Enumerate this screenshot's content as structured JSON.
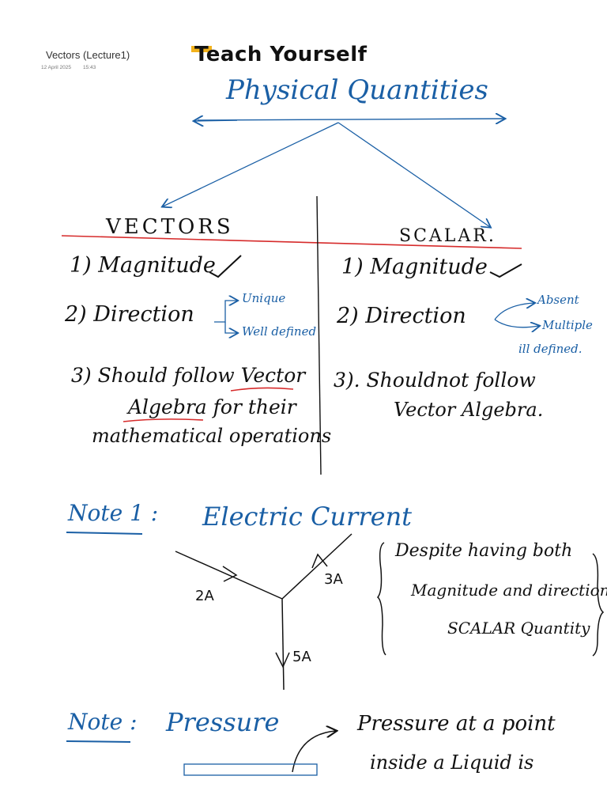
{
  "meta": {
    "title": "Vectors (Lecture1)",
    "date": "12 April 2025",
    "time": "15:43"
  },
  "logo": {
    "first": "T",
    "rest": "each Yourself"
  },
  "heading": "Physical Quantities",
  "vectors": {
    "label": "VECTORS",
    "items": [
      "1) Magnitude",
      "2) Direction",
      "3) Should follow Vector",
      "Algebra for their",
      "mathematical operations"
    ],
    "direction_options": [
      "Unique",
      "Well defined"
    ]
  },
  "scalar": {
    "label": "SCALAR.",
    "items": [
      "1) Magnitude",
      "2) Direction",
      "3). Shouldnot follow",
      "Vector Algebra."
    ],
    "direction_options": [
      "Absent",
      "Multiple",
      "ill defined."
    ]
  },
  "note1": {
    "label": "Note 1 :",
    "topic": "Electric Current",
    "currents": [
      "2A",
      "3A",
      "5A"
    ],
    "remark": [
      "Despite having both",
      "Magnitude and direction",
      "SCALAR Quantity"
    ]
  },
  "note2": {
    "label": "Note :",
    "topic": "Pressure",
    "remark": [
      "Pressure at a point",
      "inside a Liquid is"
    ]
  },
  "colors": {
    "ink": "#111111",
    "blue": "#1a5fa5",
    "red": "#d62b2b",
    "logo_accent": "#f2b21b"
  }
}
